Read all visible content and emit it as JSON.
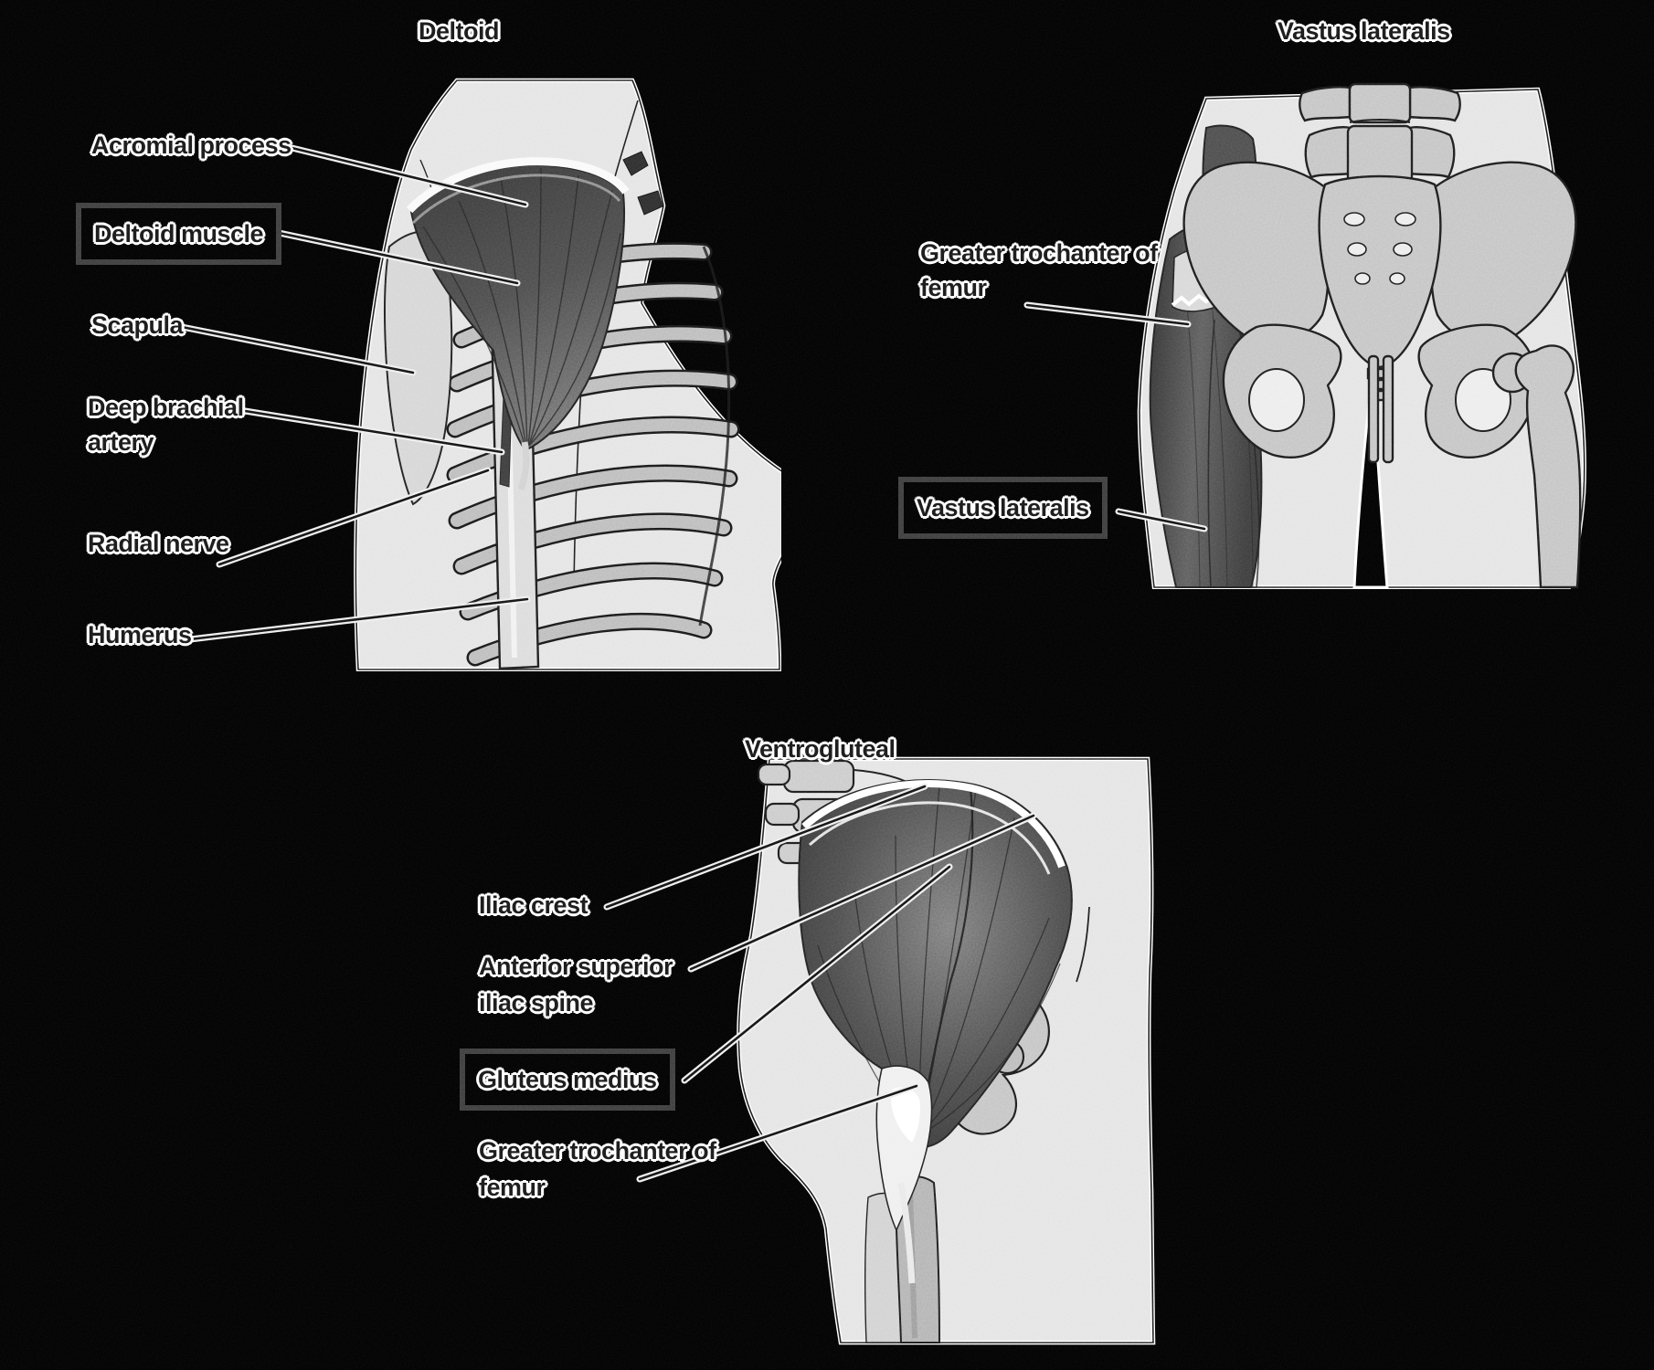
{
  "figure": {
    "description_visible_text_only": "Three labeled anatomy illustrations of intramuscular injection sites",
    "panels": [
      {
        "id": "deltoid",
        "title": "Deltoid",
        "labels": [
          {
            "text": "Acromial process",
            "boxed": false
          },
          {
            "text": "Deltoid muscle",
            "boxed": true
          },
          {
            "text": "Scapula",
            "boxed": false
          },
          {
            "text": "Deep brachial artery",
            "boxed": false
          },
          {
            "text": "Radial nerve",
            "boxed": false
          },
          {
            "text": "Humerus",
            "boxed": false
          }
        ]
      },
      {
        "id": "vastus-lateralis",
        "title": "Vastus lateralis",
        "labels": [
          {
            "text": "Greater trochanter of femur",
            "boxed": false
          },
          {
            "text": "Vastus lateralis",
            "boxed": true
          }
        ]
      },
      {
        "id": "ventrogluteal",
        "title": "Ventrogluteal",
        "labels": [
          {
            "text": "Iliac crest",
            "boxed": false
          },
          {
            "text": "Anterior superior iliac spine",
            "boxed": false
          },
          {
            "text": "Gluteus medius",
            "boxed": true
          },
          {
            "text": "Greater trochanter of femur",
            "boxed": false
          }
        ]
      }
    ],
    "colors": {
      "background": "#000000",
      "skin": "#e3e3e3",
      "bone": "#c2c2c2",
      "muscle_dark": "#353535",
      "muscle_light": "#787878",
      "highlight": "#ffffff",
      "label_text": "#161616",
      "label_outline": "#ffffff",
      "box_border": "#3a3a3a",
      "leader_core": "#111111",
      "leader_casing": "#eeeeee"
    }
  }
}
